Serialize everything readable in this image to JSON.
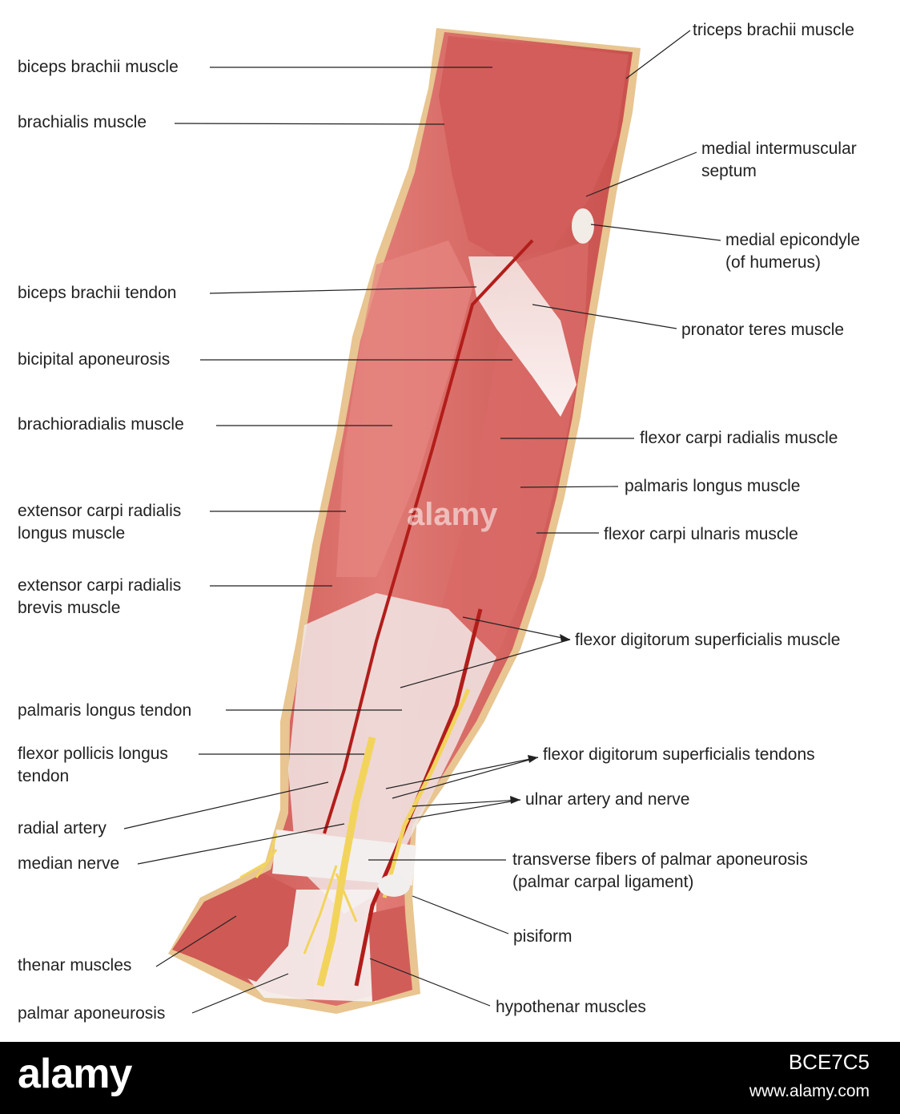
{
  "labels_left": [
    {
      "id": "biceps-brachii-muscle",
      "lines": [
        "biceps brachii muscle"
      ]
    },
    {
      "id": "brachialis-muscle",
      "lines": [
        "brachialis muscle"
      ]
    },
    {
      "id": "biceps-brachii-tendon",
      "lines": [
        "biceps brachii tendon"
      ]
    },
    {
      "id": "bicipital-aponeurosis",
      "lines": [
        "bicipital aponeurosis"
      ]
    },
    {
      "id": "brachioradialis-muscle",
      "lines": [
        "brachioradialis muscle"
      ]
    },
    {
      "id": "extensor-carpi-radialis-longus-muscle",
      "lines": [
        "extensor carpi radialis",
        "longus muscle"
      ]
    },
    {
      "id": "extensor-carpi-radialis-brevis-muscle",
      "lines": [
        "extensor carpi radialis",
        "brevis muscle"
      ]
    },
    {
      "id": "palmaris-longus-tendon",
      "lines": [
        "palmaris longus tendon"
      ]
    },
    {
      "id": "flexor-pollicis-longus-tendon",
      "lines": [
        "flexor pollicis longus",
        "tendon"
      ]
    },
    {
      "id": "radial-artery",
      "lines": [
        "radial artery"
      ]
    },
    {
      "id": "median-nerve",
      "lines": [
        "median nerve"
      ]
    },
    {
      "id": "thenar-muscles",
      "lines": [
        "thenar muscles"
      ]
    },
    {
      "id": "palmar-aponeurosis",
      "lines": [
        "palmar aponeurosis"
      ]
    }
  ],
  "labels_right": [
    {
      "id": "triceps-brachii-muscle",
      "lines": [
        "triceps brachii muscle"
      ]
    },
    {
      "id": "medial-intermuscular-septum",
      "lines": [
        "medial intermuscular",
        "septum"
      ]
    },
    {
      "id": "medial-epicondyle",
      "lines": [
        "medial epicondyle",
        "(of humerus)"
      ]
    },
    {
      "id": "pronator-teres-muscle",
      "lines": [
        "pronator teres muscle"
      ]
    },
    {
      "id": "flexor-carpi-radialis-muscle",
      "lines": [
        "flexor carpi radialis muscle"
      ]
    },
    {
      "id": "palmaris-longus-muscle",
      "lines": [
        "palmaris longus muscle"
      ]
    },
    {
      "id": "flexor-carpi-ulnaris-muscle",
      "lines": [
        "flexor carpi ulnaris muscle"
      ]
    },
    {
      "id": "flexor-digitorum-superficialis-muscle",
      "lines": [
        "flexor digitorum superficialis muscle"
      ]
    },
    {
      "id": "flexor-digitorum-superficialis-tendons",
      "lines": [
        "flexor digitorum superficialis tendons"
      ]
    },
    {
      "id": "ulnar-artery-and-nerve",
      "lines": [
        "ulnar artery and nerve"
      ]
    },
    {
      "id": "transverse-fibers-palmar-aponeurosis",
      "lines": [
        "transverse fibers of palmar aponeurosis",
        "(palmar carpal ligament)"
      ]
    },
    {
      "id": "pisiform",
      "lines": [
        "pisiform"
      ]
    },
    {
      "id": "hypothenar-muscles",
      "lines": [
        "hypothenar muscles"
      ]
    }
  ],
  "watermark": {
    "logo": "alamy",
    "image_id": "BCE7C5",
    "url": "www.alamy.com",
    "center": "alamy"
  },
  "colors": {
    "muscle": "#d9625f",
    "muscle_light": "#ef9c95",
    "tendon": "#ece6e3",
    "skin": "#e9c48e",
    "artery": "#b8201c",
    "nerve": "#f0d060"
  }
}
